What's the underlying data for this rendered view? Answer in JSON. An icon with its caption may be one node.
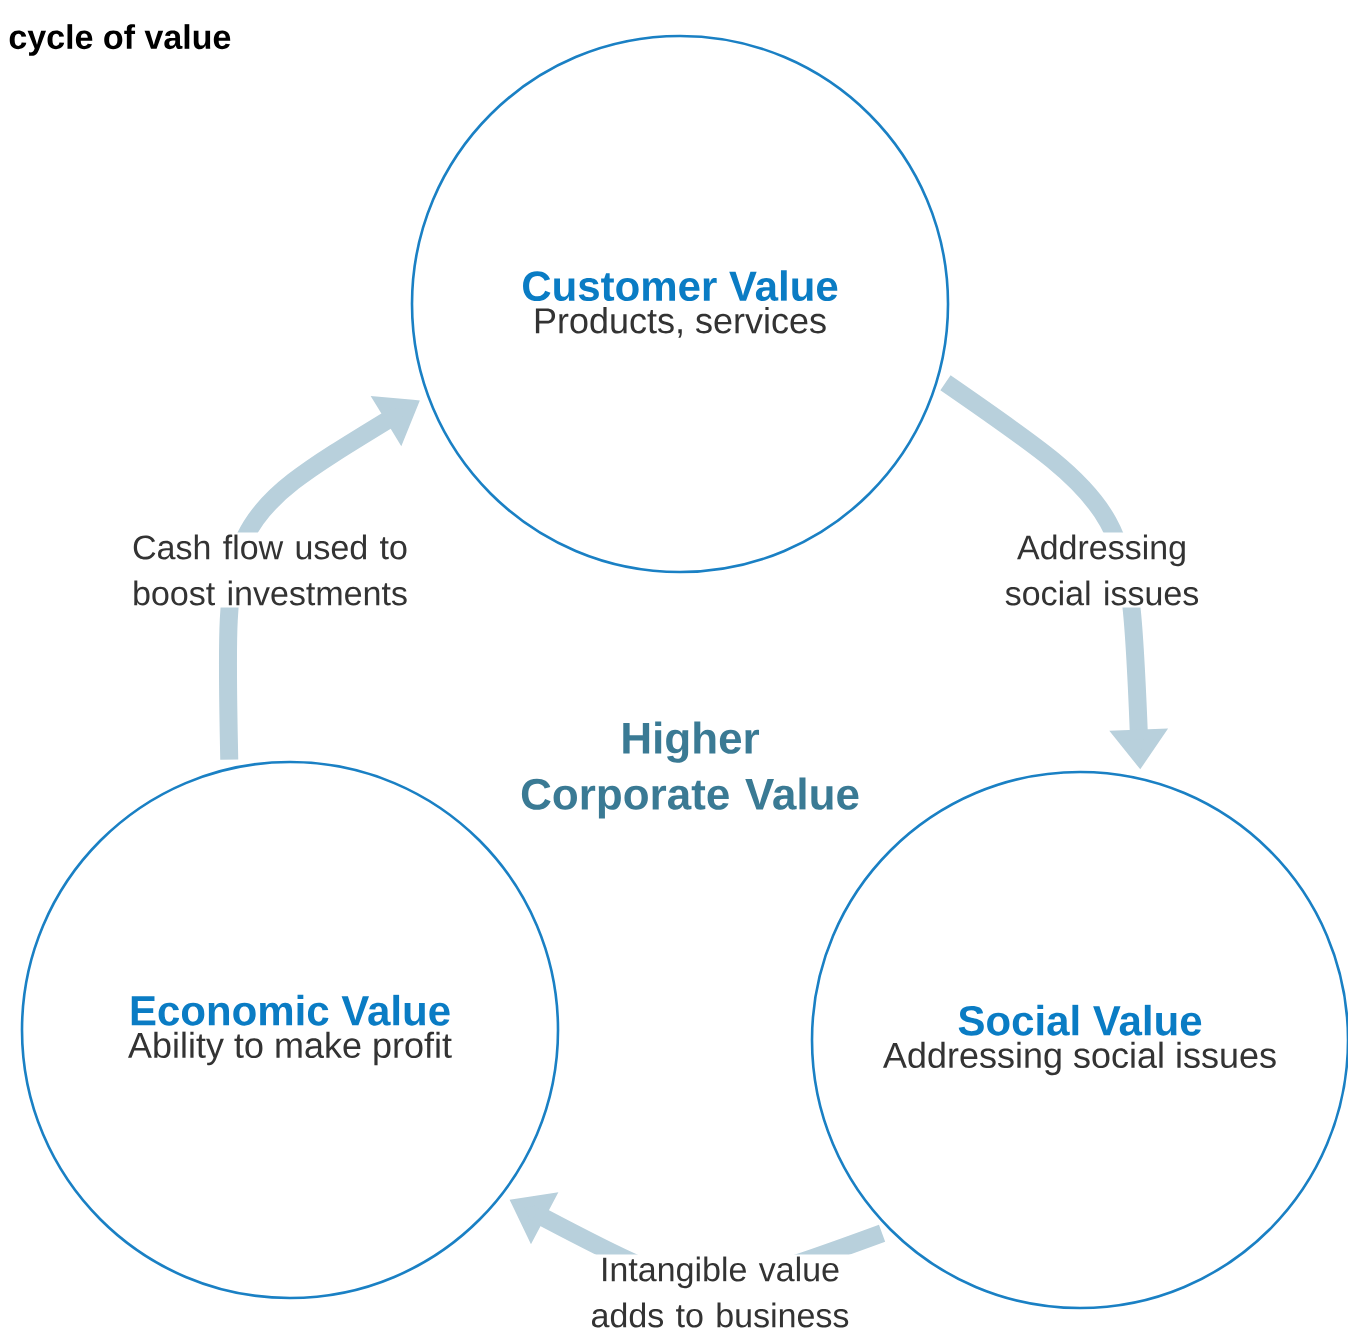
{
  "diagram": {
    "title": "cycle of value",
    "nodes": [
      {
        "text": [
          "Customer Value",
          "Products, services"
        ]
      },
      {
        "text": [
          "Social Value",
          "Addressing social issues"
        ]
      },
      {
        "text": [
          "Economic Value",
          "Ability to make profit"
        ]
      }
    ],
    "edges": [
      {
        "from": 0,
        "to": 1,
        "arrow": "to",
        "label": "Addressing social issues"
      },
      {
        "from": 1,
        "to": 2,
        "arrow": "to",
        "label": "Intangible value adds to business"
      },
      {
        "from": 2,
        "to": 0,
        "arrow": "to",
        "label": "Cash flow used to boost investments"
      }
    ],
    "labels": [
      "Higher Corporate Value"
    ]
  }
}
